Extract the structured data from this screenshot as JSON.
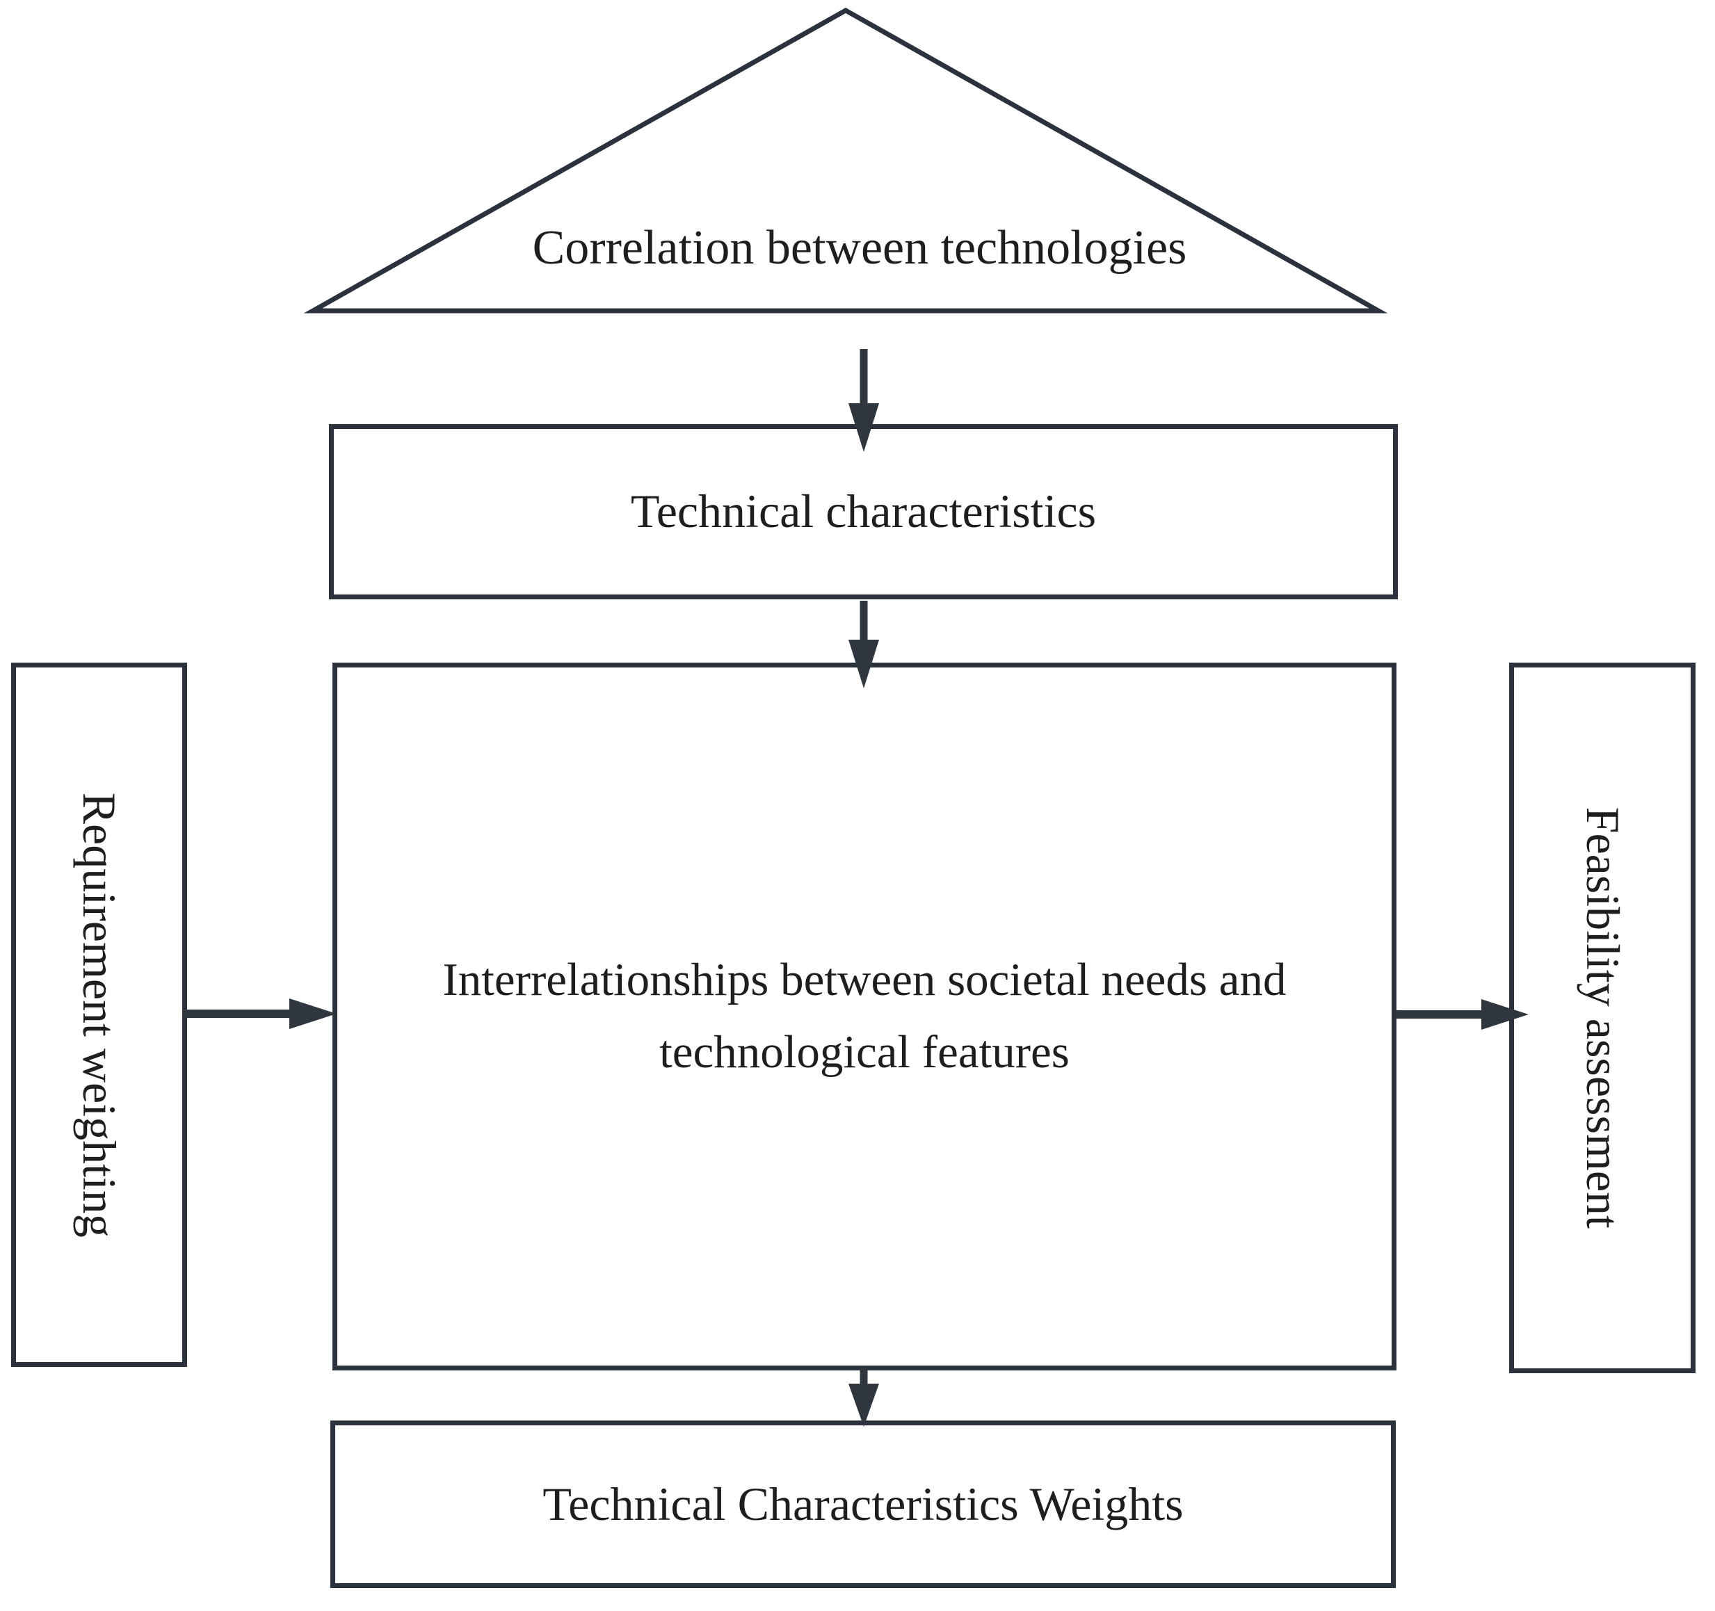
{
  "colors": {
    "line": "#2b323d",
    "arrow": "#2f363e",
    "text": "#1e1e1e",
    "background": "#ffffff"
  },
  "nodes": {
    "roof": {
      "label": "Correlation between technologies",
      "shape": "triangle"
    },
    "technical_characteristics": {
      "label": "Technical characteristics",
      "shape": "rectangle"
    },
    "requirement_weighting": {
      "label": "Requirement weighting",
      "shape": "rectangle",
      "text_orientation": "vertical"
    },
    "interrelationships": {
      "label": "Interrelationships between societal needs and\ntechnological features",
      "shape": "rectangle"
    },
    "feasibility_assessment": {
      "label": "Feasibility assessment",
      "shape": "rectangle",
      "text_orientation": "vertical"
    },
    "technical_characteristics_weights": {
      "label": "Technical Characteristics Weights",
      "shape": "rectangle"
    }
  },
  "connectors": [
    {
      "from": "roof",
      "to": "technical_characteristics",
      "direction": "down"
    },
    {
      "from": "technical_characteristics",
      "to": "interrelationships",
      "direction": "down"
    },
    {
      "from": "requirement_weighting",
      "to": "interrelationships",
      "direction": "right"
    },
    {
      "from": "interrelationships",
      "to": "feasibility_assessment",
      "direction": "right"
    },
    {
      "from": "interrelationships",
      "to": "technical_characteristics_weights",
      "direction": "down"
    }
  ]
}
